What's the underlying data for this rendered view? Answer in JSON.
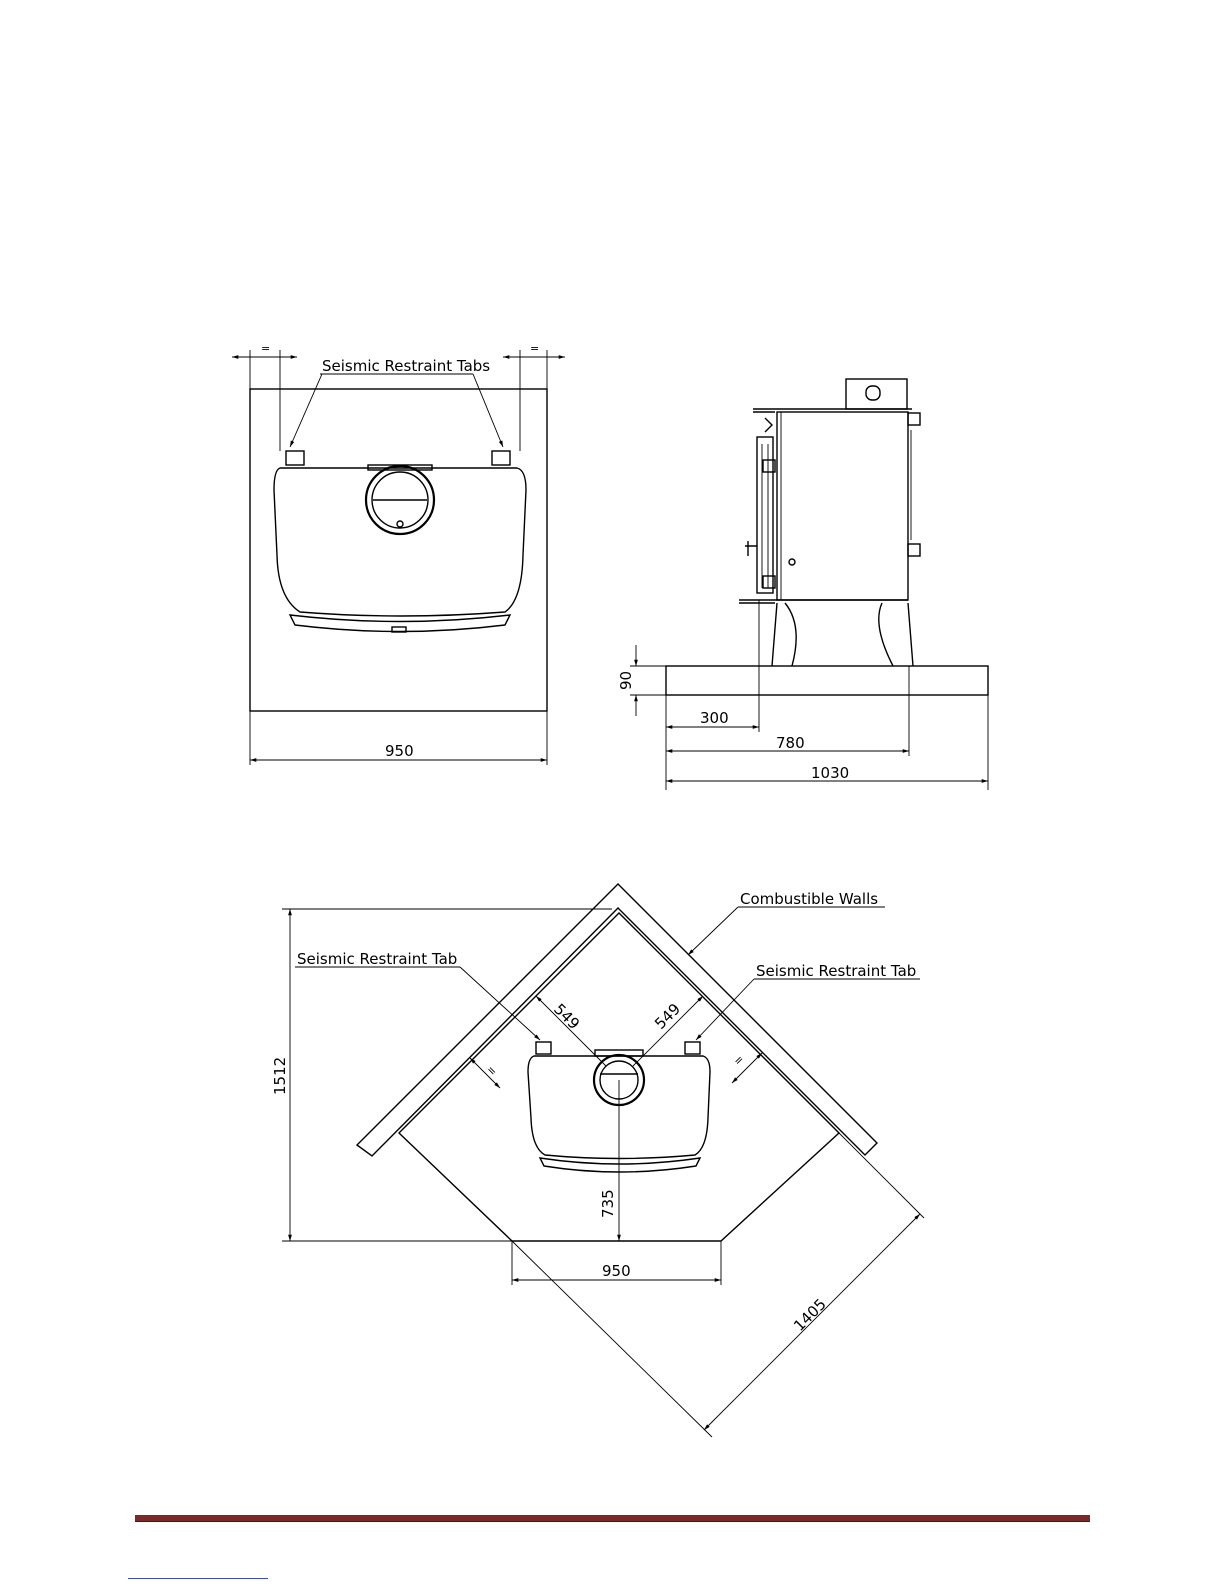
{
  "colors": {
    "line": "#000000",
    "footer_rule": "#7b2a2a",
    "footer_link": "#3a4bc6"
  },
  "front_view": {
    "tabs_label": "Seismic Restraint Tabs",
    "equal_mark": "=",
    "width_dim": "950"
  },
  "side_view": {
    "hearth_height_dim": "90",
    "door_offset_dim": "300",
    "stove_depth_dim": "780",
    "hearth_depth_dim": "1030"
  },
  "corner_view": {
    "walls_label": "Combustible Walls",
    "tab_left_label": "Seismic Restraint Tab",
    "tab_right_label": "Seismic Restraint Tab",
    "clearance_left_dim": "549",
    "clearance_right_dim": "549",
    "equal_mark": "=",
    "height_dim": "1512",
    "front_gap_dim": "735",
    "front_width_dim": "950",
    "diagonal_dim": "1405"
  }
}
